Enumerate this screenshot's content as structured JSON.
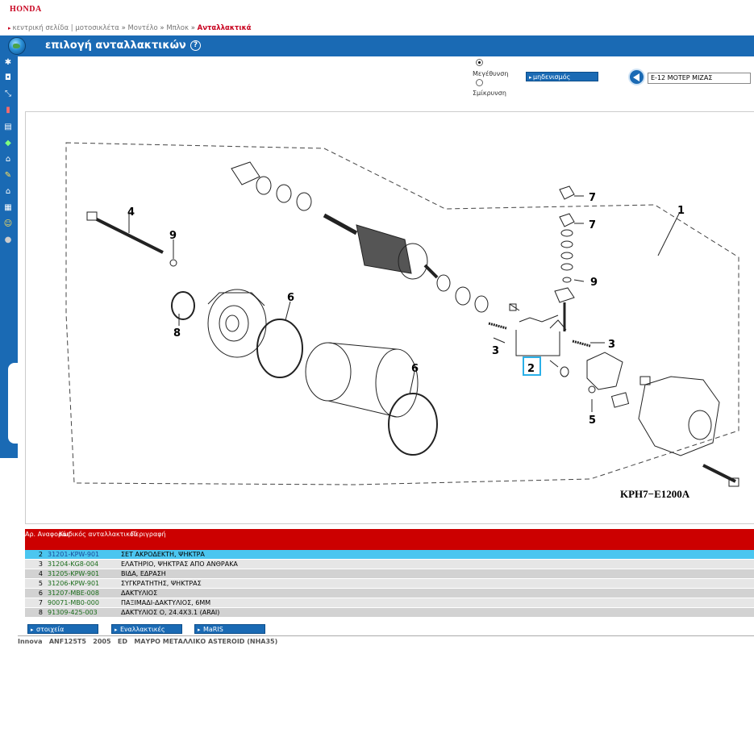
{
  "brand": {
    "logo": "HONDA"
  },
  "breadcrumb": {
    "home": "κεντρική σελίδα | μοτοσικλέτα",
    "sep": "»",
    "model": "Μοντέλο",
    "block": "Μπλοκ",
    "current": "Ανταλλακτικά"
  },
  "topbar": {
    "title": "επιλογή ανταλλακτικών",
    "help": "?"
  },
  "sidebar": {
    "icons": [
      "tools-icon",
      "camera-icon",
      "zoom-icon",
      "fuel-icon",
      "list-icon",
      "palette-icon",
      "cart-icon",
      "edit-icon",
      "house-icon",
      "print-icon",
      "smiley-icon",
      "power-icon"
    ]
  },
  "zoom": {
    "enlarge": "Μεγέθυνση",
    "shrink": "Σμίκρυνση",
    "reset": "μηδενισμός"
  },
  "assembly": {
    "selected": "E-12 ΜΟΤΕΡ ΜΙΖΑΣ"
  },
  "diagram": {
    "code": "KPH7−E1200A",
    "callouts": [
      "1",
      "2",
      "3",
      "3",
      "4",
      "5",
      "6",
      "6",
      "7",
      "7",
      "8",
      "9",
      "9"
    ]
  },
  "table": {
    "headers": {
      "ref": "Αρ. Αναφοράς",
      "code": "Κωδικός ανταλλακτικού",
      "desc": "Περιγραφή"
    },
    "rows": [
      {
        "n": "2",
        "code": "31201-KPW-901",
        "desc": "ΣΕΤ ΑΚΡΟΔΕΚΤΗ, ΨΗΚΤΡΑ"
      },
      {
        "n": "3",
        "code": "31204-KG8-004",
        "desc": "ΕΛΑΤΗΡΙΟ, ΨΗΚΤΡΑΣ ΑΠΟ ΑΝΘΡΑΚΑ"
      },
      {
        "n": "4",
        "code": "31205-KPW-901",
        "desc": "ΒΙΔΑ, ΕΔΡΑΣΗ"
      },
      {
        "n": "5",
        "code": "31206-KPW-901",
        "desc": "ΣΥΓΚΡΑΤΗΤΗΣ, ΨΗΚΤΡΑΣ"
      },
      {
        "n": "6",
        "code": "31207-MBE-008",
        "desc": "ΔΑΚΤΥΛΙΟΣ"
      },
      {
        "n": "7",
        "code": "90071-MB0-000",
        "desc": "ΠΑΞΙΜΑΔΙ-ΔΑΚΤΥΛΙΟΣ, 6MM"
      },
      {
        "n": "8",
        "code": "91309-425-003",
        "desc": "ΔΑΚΤΥΛΙΟΣ Ο, 24.4X3.1 (ARAI)"
      }
    ]
  },
  "buttons": {
    "info": "στοιχεία",
    "alternatives": "Εναλλακτικές",
    "maris": "MaRIS"
  },
  "footer": {
    "model": "Innova",
    "code": "ANF125T5",
    "year": "2005",
    "region": "ED",
    "color": "ΜΑΥΡΟ ΜΕΤΑΛΛΙΚΟ ASTEROID (NHA35)"
  },
  "colors": {
    "blue": "#1a6ab4",
    "red": "#cc0000",
    "selected": "#4bc6f0"
  }
}
